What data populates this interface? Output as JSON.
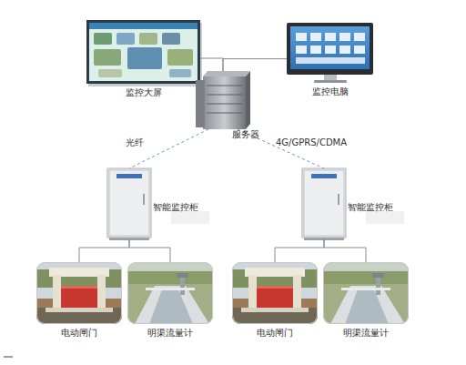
{
  "diagram": {
    "nodes": [
      {
        "text": [
          "监控大屏"
        ]
      },
      {
        "text": [
          "监控电脑"
        ]
      },
      {
        "text": [
          "服务器"
        ]
      },
      {
        "text": [
          "智能监控柜"
        ]
      },
      {
        "text": [
          "智能监控柜"
        ]
      },
      {
        "text": [
          "电动闸门"
        ]
      },
      {
        "text": [
          "明渠流量计"
        ]
      },
      {
        "text": [
          "电动闸门"
        ]
      },
      {
        "text": [
          "明渠流量计"
        ]
      }
    ],
    "edges": [
      {
        "from": 2,
        "to": 0,
        "arrow": "none"
      },
      {
        "from": 2,
        "to": 1,
        "arrow": "none"
      },
      {
        "from": 2,
        "to": 3,
        "label": "光纤",
        "arrow": "none"
      },
      {
        "from": 2,
        "to": 4,
        "label": "4G/GPRS/CDMA",
        "arrow": "none"
      },
      {
        "from": 3,
        "to": 5,
        "arrow": "none"
      },
      {
        "from": 3,
        "to": 6,
        "arrow": "none"
      },
      {
        "from": 4,
        "to": 7,
        "arrow": "none"
      },
      {
        "from": 4,
        "to": 8,
        "arrow": "none"
      }
    ]
  }
}
